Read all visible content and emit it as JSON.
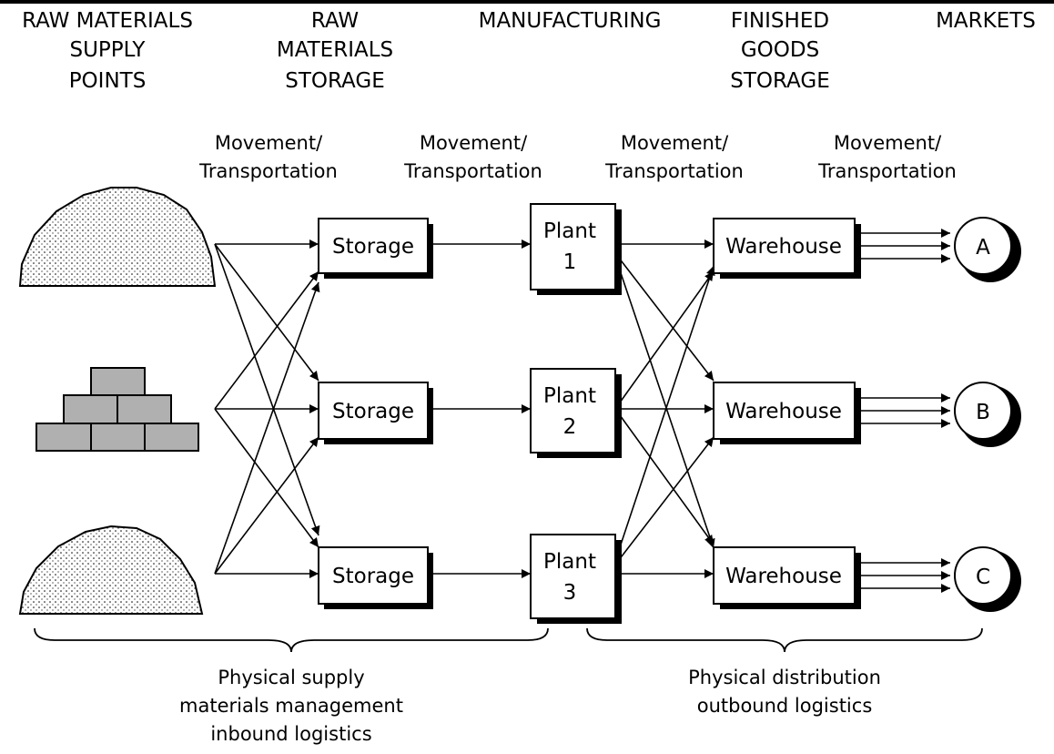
{
  "headers": {
    "raw_supply": [
      "RAW MATERIALS",
      "SUPPLY",
      "POINTS"
    ],
    "raw_storage": [
      "RAW",
      "MATERIALS",
      "STORAGE"
    ],
    "manufacturing": [
      "MANUFACTURING"
    ],
    "finished": [
      "FINISHED",
      "GOODS",
      "STORAGE"
    ],
    "markets": [
      "MARKETS"
    ]
  },
  "movement": [
    "Movement/",
    "Transportation"
  ],
  "storage_label": "Storage",
  "plants": [
    {
      "line1": "Plant",
      "line2": "1"
    },
    {
      "line1": "Plant",
      "line2": "2"
    },
    {
      "line1": "Plant",
      "line2": "3"
    }
  ],
  "warehouse_label": "Warehouse",
  "markets": [
    "A",
    "B",
    "C"
  ],
  "braces": {
    "supply": [
      "Physical supply",
      "materials management",
      "inbound logistics"
    ],
    "distribution": [
      "Physical distribution",
      "outbound logistics"
    ]
  }
}
